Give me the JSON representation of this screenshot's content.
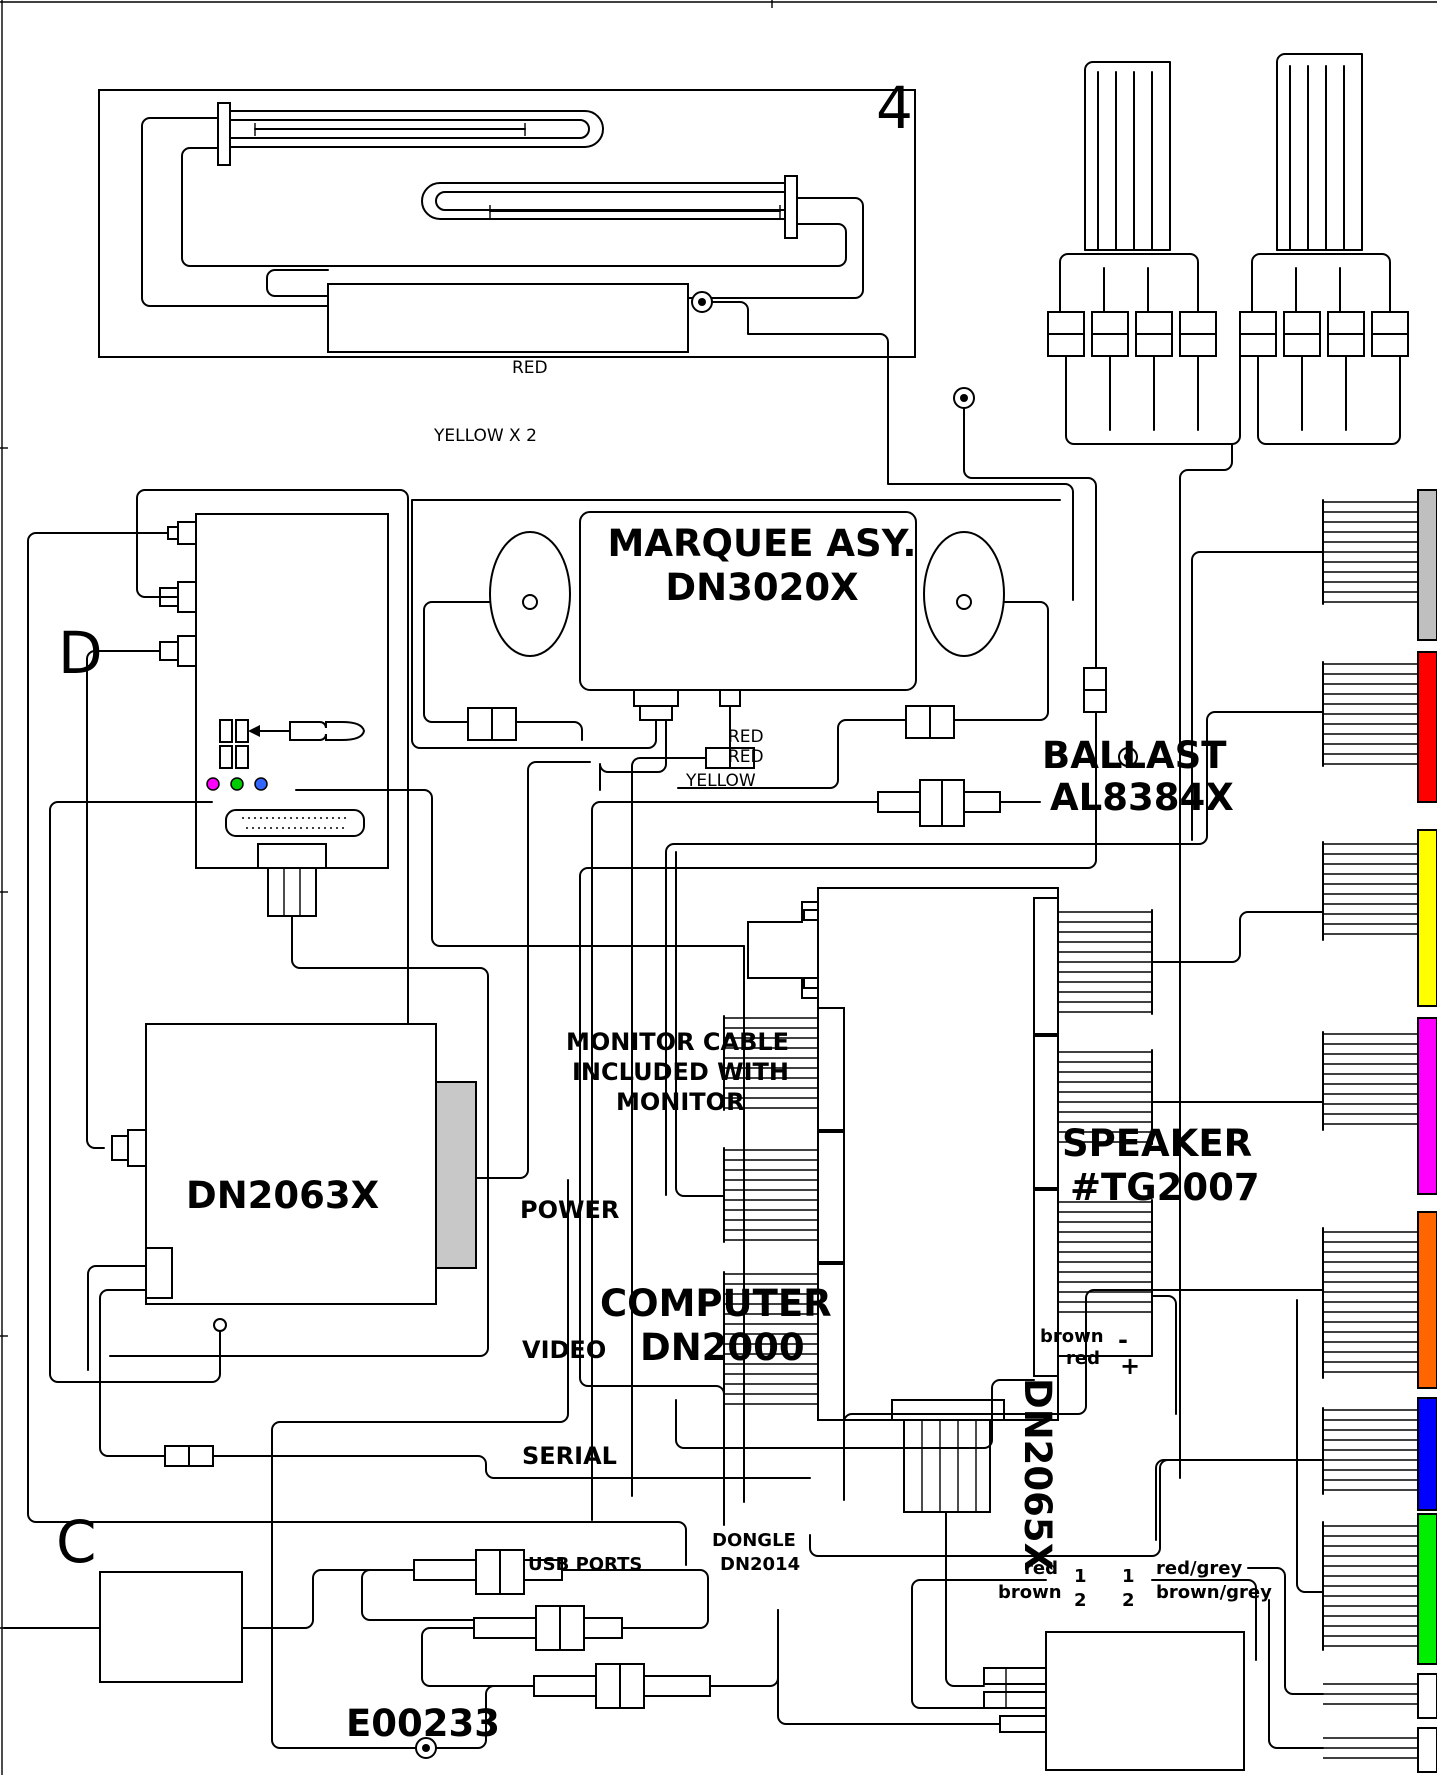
{
  "corner_labels": {
    "top_right": "4",
    "left_mid": "D",
    "left_bottom": "C"
  },
  "wire_labels": {
    "red_top": "RED",
    "yellow_x2": "YELLOW X 2",
    "red_1": "RED",
    "red_2": "RED",
    "yellow": "YELLOW"
  },
  "components": {
    "marquee_line1": "MARQUEE ASY.",
    "marquee_line2": "DN3020X",
    "ballast_line1": "BALLAST",
    "ballast_line2": "AL8384X",
    "monitor_cable_line1": "MONITOR CABLE",
    "monitor_cable_line2": "INCLUDED WITH",
    "monitor_cable_line3": "MONITOR",
    "dn2063x": "DN2063X",
    "speaker_line1": "SPEAKER",
    "speaker_line2": "#TG2007",
    "power": "POWER",
    "computer_line1": "COMPUTER",
    "computer_line2": "DN2000",
    "video": "VIDEO",
    "serial": "SERIAL",
    "dn2065x": "DN2065X",
    "dongle_line1": "DONGLE",
    "dongle_line2": "DN2014",
    "usb_ports": "USB PORTS",
    "e00233": "E00233"
  },
  "terminal_labels": {
    "brown": "brown",
    "red": "red",
    "minus": "-",
    "plus": "+",
    "red_left": "red",
    "brown_left": "brown",
    "pin1_a": "1",
    "pin2_a": "2",
    "pin1_b": "1",
    "pin2_b": "2",
    "red_grey": "red/grey",
    "brown_grey": "brown/grey"
  },
  "color_tabs": {
    "grey": "#bfbfbf",
    "red": "#ff0000",
    "yellow": "#ffff00",
    "magenta": "#ff00ff",
    "orange": "#ff6600",
    "blue": "#0000ff",
    "green": "#00ee00"
  },
  "indicator_dots": {
    "magenta": "#ff00ff",
    "green": "#00cc00",
    "blue": "#3366ff"
  }
}
